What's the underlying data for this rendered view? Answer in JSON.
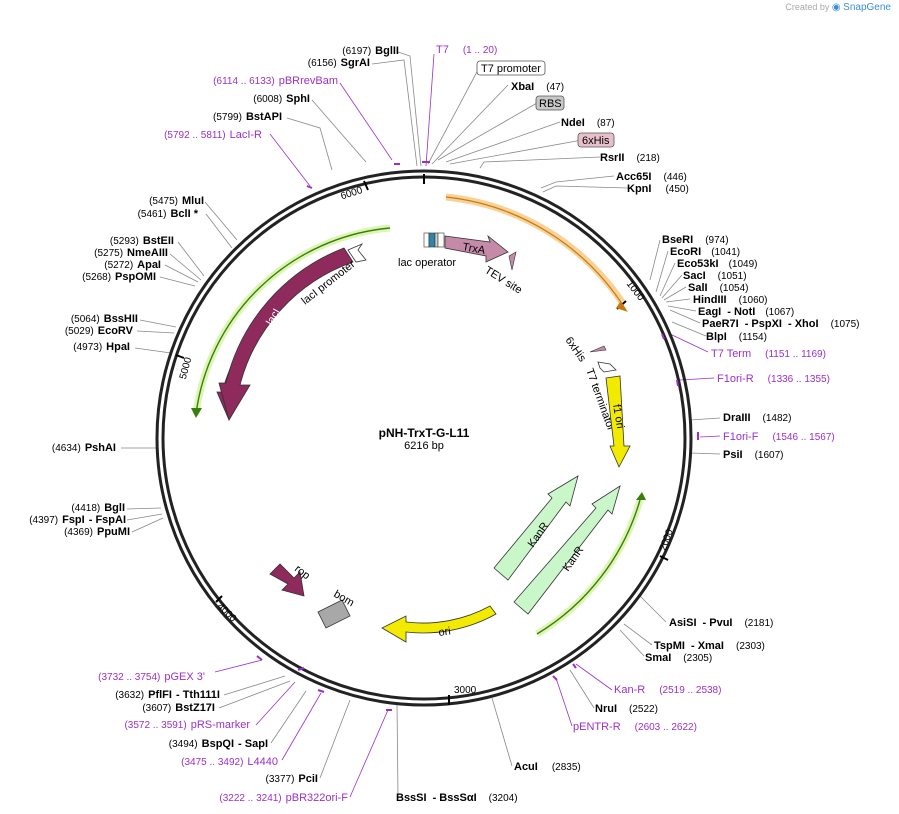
{
  "credit": {
    "prefix": "Created by",
    "brand": "SnapGene"
  },
  "plasmid": {
    "name": "pNH-TrxT-G-L11",
    "size_label": "6216 bp",
    "total_bp": 6216
  },
  "ticks": [
    "1000",
    "2000",
    "3000",
    "4000",
    "5000",
    "6000"
  ],
  "features": [
    {
      "name": "lacI",
      "color": "#8e2a5c",
      "text_color": "white"
    },
    {
      "name": "lacI promoter",
      "color": "#ffffff",
      "text_color": "black"
    },
    {
      "name": "lac operator",
      "color": "#2e86a6",
      "text_color": "black"
    },
    {
      "name": "TrxA",
      "color": "#c48aa8",
      "text_color": "black"
    },
    {
      "name": "TEV site",
      "color": "#c48aa8",
      "text_color": "black"
    },
    {
      "name": "6xHis",
      "color": "#c48aa8",
      "text_color": "black"
    },
    {
      "name": "T7 terminator",
      "color": "#ffffff",
      "text_color": "black"
    },
    {
      "name": "f1 ori",
      "color": "#f2ea00",
      "text_color": "black"
    },
    {
      "name": "KanR",
      "color": "#c9f7c9",
      "text_color": "black"
    },
    {
      "name": "ori",
      "color": "#f2ea00",
      "text_color": "black"
    },
    {
      "name": "rop",
      "color": "#8e2a5c",
      "text_color": "black"
    },
    {
      "name": "bom",
      "color": "#a8a8a8",
      "text_color": "black"
    }
  ],
  "boxed_features": [
    {
      "name": "T7 promoter",
      "fill": "#ffffff"
    },
    {
      "name": "RBS",
      "fill": "#c8c8c8"
    },
    {
      "name": "6xHis",
      "fill": "#e8c0cc"
    }
  ],
  "sites": [
    {
      "kind": "enzyme",
      "pos": "(6197)",
      "name": "BglII"
    },
    {
      "kind": "enzyme",
      "pos": "(6156)",
      "name": "SgrAI"
    },
    {
      "kind": "primer",
      "pos": "(6114 .. 6133)",
      "name": "pBRrevBam"
    },
    {
      "kind": "enzyme",
      "pos": "(6008)",
      "name": "SphI"
    },
    {
      "kind": "enzyme",
      "pos": "(5799)",
      "name": "BstAPI"
    },
    {
      "kind": "primer",
      "pos": "(5792 .. 5811)",
      "name": "LacI-R"
    },
    {
      "kind": "enzyme",
      "pos": "(5475)",
      "name": "MluI"
    },
    {
      "kind": "enzyme",
      "pos": "(5461)",
      "name": "BclI *"
    },
    {
      "kind": "enzyme",
      "pos": "(5293)",
      "name": "BstEII"
    },
    {
      "kind": "enzyme",
      "pos": "(5275)",
      "name": "NmeAIII"
    },
    {
      "kind": "enzyme",
      "pos": "(5272)",
      "name": "ApaI"
    },
    {
      "kind": "enzyme",
      "pos": "(5268)",
      "name": "PspOMI"
    },
    {
      "kind": "enzyme",
      "pos": "(5064)",
      "name": "BssHII"
    },
    {
      "kind": "enzyme",
      "pos": "(5029)",
      "name": "EcoRV"
    },
    {
      "kind": "enzyme",
      "pos": "(4973)",
      "name": "HpaI"
    },
    {
      "kind": "enzyme",
      "pos": "(4634)",
      "name": "PshAI"
    },
    {
      "kind": "enzyme",
      "pos": "(4418)",
      "name": "BglI"
    },
    {
      "kind": "enzyme",
      "pos": "(4397)",
      "name": "FspI",
      "name2": "- FspAI"
    },
    {
      "kind": "enzyme",
      "pos": "(4369)",
      "name": "PpuMI"
    },
    {
      "kind": "primer",
      "pos": "(3732 .. 3754)",
      "name": "pGEX 3'"
    },
    {
      "kind": "enzyme",
      "pos": "(3632)",
      "name": "PflFI",
      "name2": "- Tth111I"
    },
    {
      "kind": "enzyme",
      "pos": "(3607)",
      "name": "BstZ17I"
    },
    {
      "kind": "primer",
      "pos": "(3572 .. 3591)",
      "name": "pRS-marker"
    },
    {
      "kind": "enzyme",
      "pos": "(3494)",
      "name": "BspQI",
      "name2": "- SapI"
    },
    {
      "kind": "primer",
      "pos": "(3475 .. 3492)",
      "name": "L4440"
    },
    {
      "kind": "enzyme",
      "pos": "(3377)",
      "name": "PciI"
    },
    {
      "kind": "primer",
      "pos": "(3222 .. 3241)",
      "name": "pBR322ori-F"
    },
    {
      "kind": "enzyme",
      "pos": "(3204)",
      "name": "BssSI",
      "name2": "- BssSαI"
    },
    {
      "kind": "primer",
      "pos": "(1 .. 20)",
      "name": "T7"
    },
    {
      "kind": "enzyme",
      "pos": "(47)",
      "name": "XbaI"
    },
    {
      "kind": "enzyme",
      "pos": "(87)",
      "name": "NdeI"
    },
    {
      "kind": "enzyme",
      "pos": "(218)",
      "name": "RsrII"
    },
    {
      "kind": "enzyme",
      "pos": "(446)",
      "name": "Acc65I"
    },
    {
      "kind": "enzyme",
      "pos": "(450)",
      "name": "KpnI"
    },
    {
      "kind": "enzyme",
      "pos": "(974)",
      "name": "BseRI"
    },
    {
      "kind": "enzyme",
      "pos": "(1041)",
      "name": "EcoRI"
    },
    {
      "kind": "enzyme",
      "pos": "(1049)",
      "name": "Eco53kI"
    },
    {
      "kind": "enzyme",
      "pos": "(1051)",
      "name": "SacI"
    },
    {
      "kind": "enzyme",
      "pos": "(1054)",
      "name": "SalI"
    },
    {
      "kind": "enzyme",
      "pos": "(1060)",
      "name": "HindIII"
    },
    {
      "kind": "enzyme",
      "pos": "(1067)",
      "name": "EagI",
      "name2": "- NotI"
    },
    {
      "kind": "enzyme",
      "pos": "(1075)",
      "name": "PaeR7I",
      "name2": "- PspXI",
      "name3": "- XhoI"
    },
    {
      "kind": "enzyme",
      "pos": "(1154)",
      "name": "BlpI"
    },
    {
      "kind": "primer",
      "pos": "(1151 .. 1169)",
      "name": "T7 Term"
    },
    {
      "kind": "primer",
      "pos": "(1336 .. 1355)",
      "name": "F1ori-R"
    },
    {
      "kind": "enzyme",
      "pos": "(1482)",
      "name": "DraIII"
    },
    {
      "kind": "primer",
      "pos": "(1546 .. 1567)",
      "name": "F1ori-F"
    },
    {
      "kind": "enzyme",
      "pos": "(1607)",
      "name": "PsiI"
    },
    {
      "kind": "enzyme",
      "pos": "(2181)",
      "name": "AsiSI",
      "name2": "- PvuI"
    },
    {
      "kind": "enzyme",
      "pos": "(2303)",
      "name": "TspMI",
      "name2": "- XmaI"
    },
    {
      "kind": "enzyme",
      "pos": "(2305)",
      "name": "SmaI"
    },
    {
      "kind": "primer",
      "pos": "(2519 .. 2538)",
      "name": "Kan-R"
    },
    {
      "kind": "enzyme",
      "pos": "(2522)",
      "name": "NruI"
    },
    {
      "kind": "primer",
      "pos": "(2603 .. 2622)",
      "name": "pENTR-R"
    },
    {
      "kind": "enzyme",
      "pos": "(2835)",
      "name": "AcuI"
    }
  ]
}
